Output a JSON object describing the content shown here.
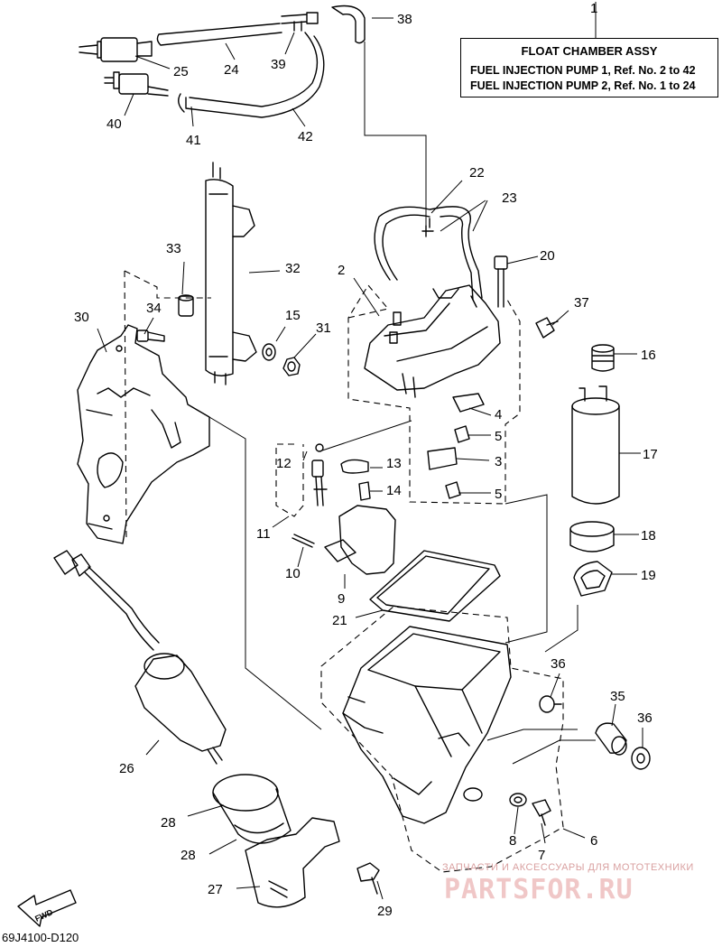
{
  "legend": {
    "title": "FLOAT  CHAMBER  ASSY",
    "line1": "FUEL INJECTION PUMP 1, Ref. No. 2 to 42",
    "line2": "FUEL INJECTION PUMP 2, Ref. No. 1 to 24"
  },
  "diagram_code": "69J4100-D120",
  "fwd_label": "FWD",
  "watermark": {
    "line1": "ЗАПЧАСТИ И АКСЕССУАРЫ ДЛЯ МОТОТЕХНИКИ",
    "line2": "PARTSFOR.RU"
  },
  "callouts": [
    "1",
    "2",
    "3",
    "4",
    "5",
    "5",
    "6",
    "7",
    "8",
    "9",
    "10",
    "11",
    "12",
    "13",
    "14",
    "15",
    "16",
    "17",
    "18",
    "19",
    "20",
    "21",
    "22",
    "23",
    "24",
    "25",
    "26",
    "27",
    "28",
    "28",
    "29",
    "30",
    "31",
    "32",
    "33",
    "34",
    "35",
    "36",
    "36",
    "37",
    "38",
    "39",
    "40",
    "41",
    "42"
  ]
}
